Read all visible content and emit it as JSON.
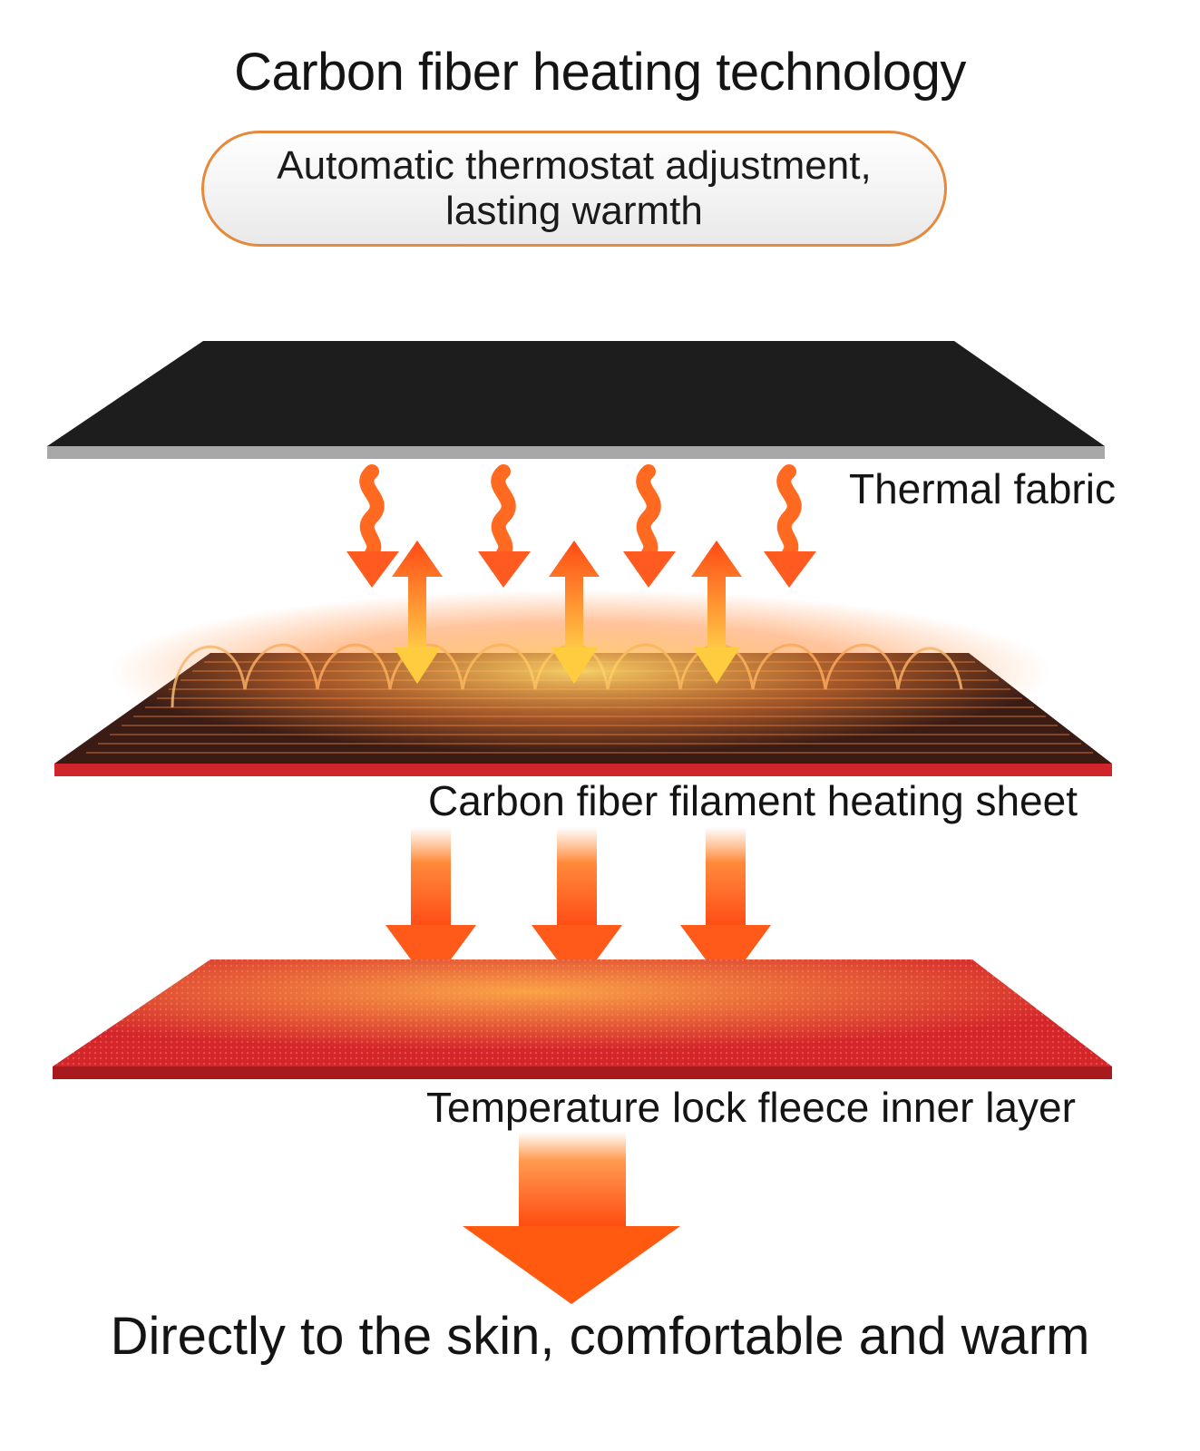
{
  "title": "Carbon fiber heating technology",
  "subtitle": {
    "line1": "Automatic thermostat adjustment,",
    "line2": "lasting warmth"
  },
  "layers": [
    {
      "label": "Thermal fabric"
    },
    {
      "label": "Carbon fiber filament heating sheet"
    },
    {
      "label": "Temperature lock fleece inner layer"
    }
  ],
  "footer": "Directly to the skin, comfortable and warm",
  "colors": {
    "pill_border": "#e58a3c",
    "thermal_fabric": "#1c1c1c",
    "heating_sheet": "#3a1a14",
    "fleece": "#d8272b",
    "arrow": "#ff5a1f"
  }
}
